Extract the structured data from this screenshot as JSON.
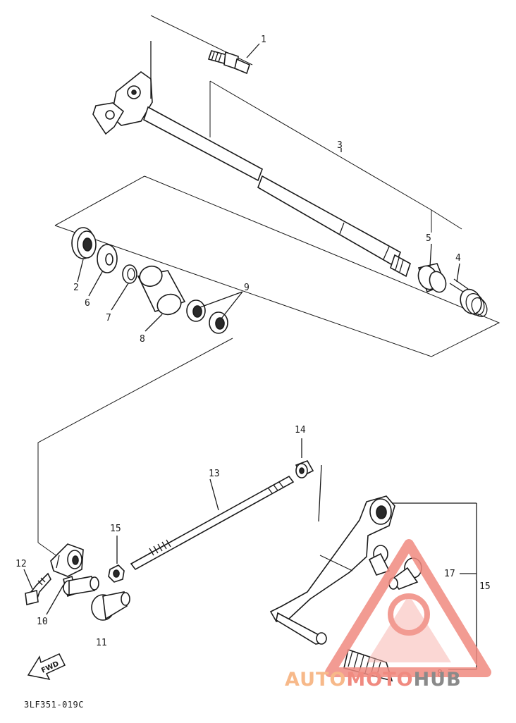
{
  "callouts": {
    "p1": "1",
    "p2": "2",
    "p3": "3",
    "p4": "4",
    "p5": "5",
    "p6": "6",
    "p7": "7",
    "p8a": "8",
    "p8b": "8",
    "p9": "9",
    "p10": "10",
    "p11": "11",
    "p12": "12",
    "p13": "13",
    "p14": "14",
    "p15a": "15",
    "p15b": "15",
    "p17": "17"
  },
  "fwd_label": "FWD",
  "diagram_code": "3LF351-019C",
  "watermark": {
    "text_part1": "AUTO",
    "text_part2": "MOTO",
    "text_part3": "HUB",
    "color_orange": "#f7b98a",
    "color_red": "#f08a80",
    "color_gray": "#8a8a8a"
  }
}
